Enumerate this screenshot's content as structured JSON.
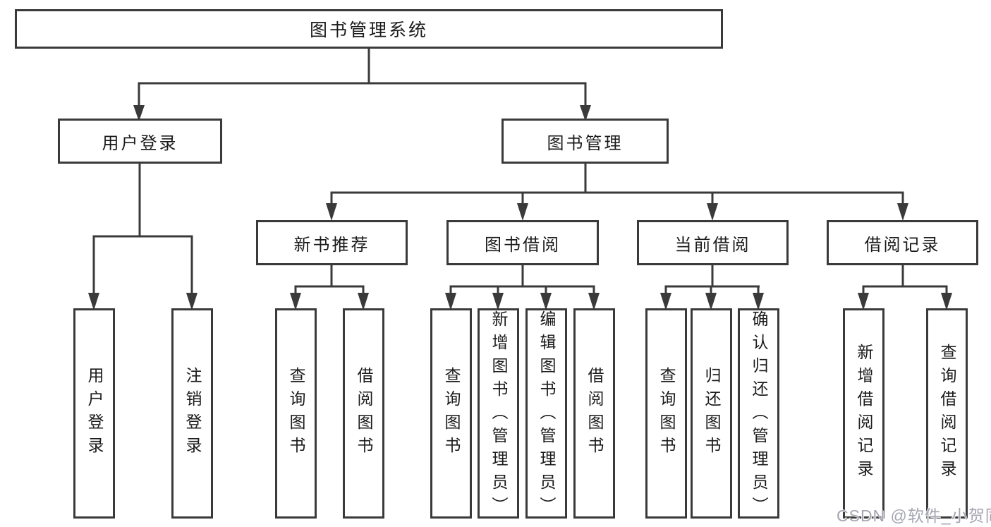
{
  "tree": {
    "root": {
      "label": "图书管理系统"
    },
    "level2": [
      {
        "key": "user-login",
        "label": "用户登录"
      },
      {
        "key": "book-management",
        "label": "图书管理"
      }
    ],
    "level3": [
      {
        "key": "new-book-recommend",
        "label": "新书推荐"
      },
      {
        "key": "book-borrowing",
        "label": "图书借阅"
      },
      {
        "key": "current-borrowing",
        "label": "当前借阅"
      },
      {
        "key": "borrowing-records",
        "label": "借阅记录"
      }
    ],
    "level4": {
      "under_user_login": [
        {
          "label": "用户登录"
        },
        {
          "label": "注销登录"
        }
      ],
      "under_new_book_recommend": [
        {
          "label": "查询图书"
        },
        {
          "label": "借阅图书"
        }
      ],
      "under_book_borrowing": [
        {
          "label": "查询图书"
        },
        {
          "label": "新增图书（管理员）"
        },
        {
          "label": "编辑图书（管理员）"
        },
        {
          "label": "借阅图书"
        }
      ],
      "under_current_borrowing": [
        {
          "label": "查询图书"
        },
        {
          "label": "归还图书"
        },
        {
          "label": "确认归还（管理员）"
        }
      ],
      "under_borrowing_records": [
        {
          "label": "新增借阅记录"
        },
        {
          "label": "查询借阅记录"
        }
      ]
    }
  },
  "watermark": {
    "text": "CSDN @软件_小贺同学"
  },
  "colors": {
    "line": "#3a3a3a",
    "box_border": "#3a3a3a",
    "box_fill": "#ffffff",
    "text": "#1b1b1b",
    "watermark": "#a5a5b3"
  }
}
